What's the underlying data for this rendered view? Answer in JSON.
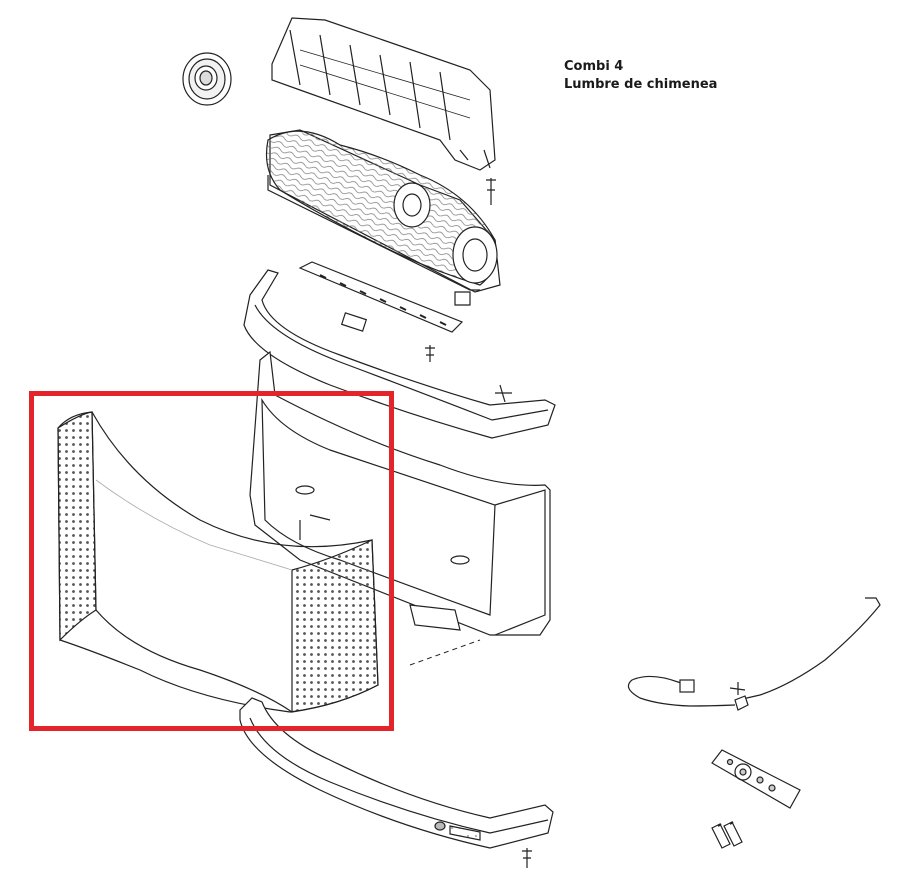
{
  "caption": {
    "model": "Combi 4",
    "product": "Lumbre de chimenea"
  },
  "highlight": {
    "color": "#e3242b",
    "target": "front-glass-panel"
  },
  "parts": [
    {
      "name": "knob",
      "icon": "knob-icon"
    },
    {
      "name": "rear-bracket",
      "icon": "bracket-icon"
    },
    {
      "name": "log-set",
      "icon": "log-icon"
    },
    {
      "name": "led-circuit-board",
      "icon": "circuit-board-icon"
    },
    {
      "name": "top-trim",
      "icon": "trim-icon"
    },
    {
      "name": "inner-firebox",
      "icon": "firebox-icon"
    },
    {
      "name": "front-glass-panel",
      "icon": "glass-panel-icon"
    },
    {
      "name": "bottom-trim",
      "icon": "trim-icon"
    },
    {
      "name": "sensor-cable",
      "icon": "cable-icon"
    },
    {
      "name": "remote-control",
      "icon": "remote-icon"
    },
    {
      "name": "batteries",
      "icon": "battery-icon"
    },
    {
      "name": "screw",
      "icon": "screw-icon"
    }
  ]
}
